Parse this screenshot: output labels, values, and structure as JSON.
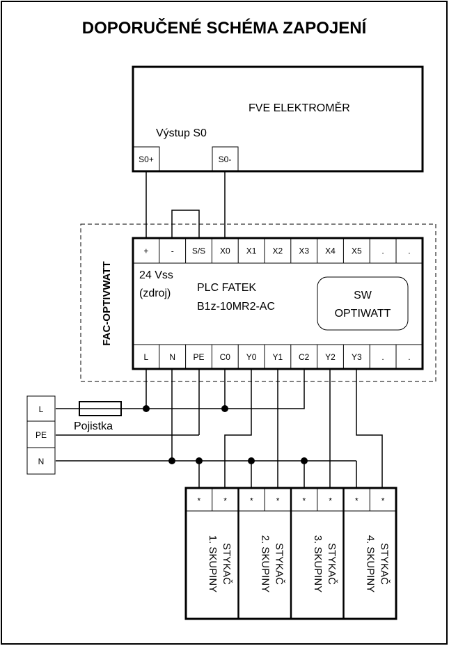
{
  "title": "DOPORUČENÉ SCHÉMA ZAPOJENÍ",
  "meter": {
    "name": "FVE  ELEKTROMĚR",
    "output_label": "Výstup S0",
    "terminals": [
      "S0+",
      "S0-"
    ]
  },
  "module": {
    "name": "FAC-OPTIVWATT",
    "plc_line1": "PLC FATEK",
    "plc_line2": "B1z-10MR2-AC",
    "supply_line1": "24 Vss",
    "supply_line2": "(zdroj)",
    "sw_line1": "SW",
    "sw_line2": "OPTIWATT",
    "top_terminals": [
      "+",
      "-",
      "S/S",
      "X0",
      "X1",
      "X2",
      "X3",
      "X4",
      "X5",
      ".",
      "."
    ],
    "bottom_terminals": [
      "L",
      "N",
      "PE",
      "C0",
      "Y0",
      "Y1",
      "C2",
      "Y2",
      "Y3",
      ".",
      "."
    ]
  },
  "mains": {
    "terminals": [
      "L",
      "PE",
      "N"
    ],
    "fuse_label": "Pojistka"
  },
  "contactors": {
    "terminal_mark": "*",
    "labels": [
      [
        "STYKAČ",
        "1. SKUPINY"
      ],
      [
        "STYKAČ",
        "2. SKUPINY"
      ],
      [
        "STYKAČ",
        "3. SKUPINY"
      ],
      [
        "STYKAČ",
        "4. SKUPINY"
      ]
    ]
  }
}
